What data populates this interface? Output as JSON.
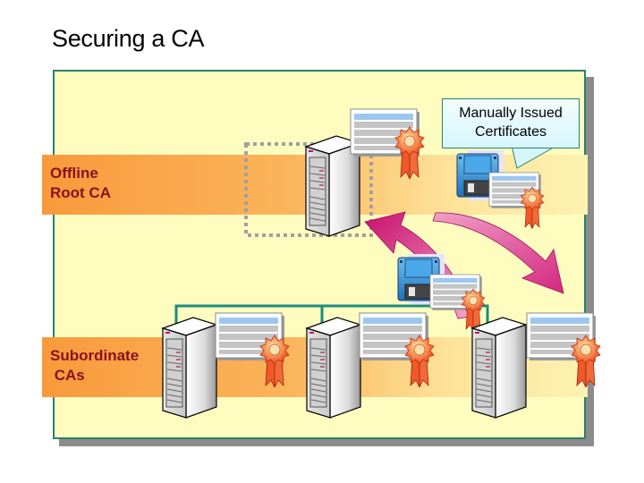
{
  "slide": {
    "title": "Securing a CA"
  },
  "bands": {
    "root_label": "Offline\nRoot CA",
    "subordinate_label": "Subordinate\n CAs"
  },
  "callout": {
    "text": "Manually Issued\nCertificates"
  },
  "colors": {
    "panel_fill": "#fefdbf",
    "panel_border": "#2a8070",
    "band_orange": "#f89a3c",
    "label_text": "#8b1020",
    "arrow_magenta": "#d8247e",
    "connector": "#1a8c80",
    "disk_blue": "#3a8fd0",
    "seal_orange": "#f06030"
  },
  "diagram": {
    "nodes": [
      {
        "id": "root-ca-server",
        "type": "server",
        "role": "Offline Root CA"
      },
      {
        "id": "sub-ca-server-1",
        "type": "server",
        "role": "Subordinate CA"
      },
      {
        "id": "sub-ca-server-2",
        "type": "server",
        "role": "Subordinate CA"
      },
      {
        "id": "sub-ca-server-3",
        "type": "server",
        "role": "Subordinate CA"
      },
      {
        "id": "floppy-disk-upper",
        "type": "floppy-disk-with-certificate"
      },
      {
        "id": "floppy-disk-lower",
        "type": "floppy-disk-with-certificate"
      }
    ],
    "edges": [
      {
        "from": "sub-ca-server-1",
        "to": "sub-ca-server-2",
        "style": "solid"
      },
      {
        "from": "sub-ca-server-2",
        "to": "sub-ca-server-3",
        "style": "solid"
      },
      {
        "from": "sub-ca-server-3",
        "to": "root-ca-server",
        "style": "curved-arrow"
      },
      {
        "from": "root-ca-server",
        "to": "sub-ca-server-3",
        "style": "curved-arrow"
      }
    ]
  }
}
